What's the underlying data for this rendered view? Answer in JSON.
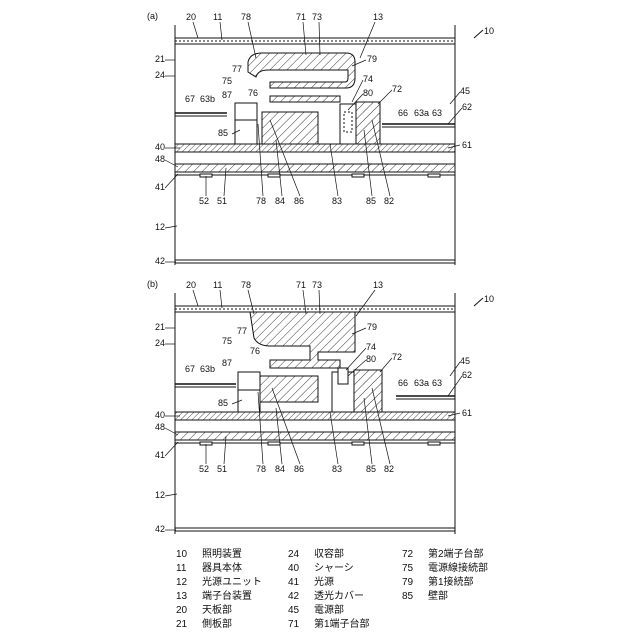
{
  "figure": {
    "panels": [
      {
        "tag": "(a)",
        "ref": "10"
      },
      {
        "tag": "(b)",
        "ref": "10"
      }
    ],
    "labels": {
      "n10": "10",
      "n11": "11",
      "n12": "12",
      "n13": "13",
      "n20": "20",
      "n21": "21",
      "n24": "24",
      "n40": "40",
      "n41": "41",
      "n42": "42",
      "n45": "45",
      "n48": "48",
      "n51": "51",
      "n52": "52",
      "n61": "61",
      "n62": "62",
      "n63": "63",
      "n63a": "63a",
      "n63b": "63b",
      "n66": "66",
      "n67": "67",
      "n71": "71",
      "n72": "72",
      "n73": "73",
      "n74": "74",
      "n75": "75",
      "n76": "76",
      "n77": "77",
      "n78": "78",
      "n79": "79",
      "n80": "80",
      "n82": "82",
      "n83": "83",
      "n84": "84",
      "n85": "85",
      "n86": "86",
      "n87": "87"
    }
  },
  "legend": [
    {
      "num": "10",
      "text": "照明装置"
    },
    {
      "num": "11",
      "text": "器具本体"
    },
    {
      "num": "12",
      "text": "光源ユニット"
    },
    {
      "num": "13",
      "text": "端子台装置"
    },
    {
      "num": "20",
      "text": "天板部"
    },
    {
      "num": "21",
      "text": "側板部"
    },
    {
      "num": "24",
      "text": "収容部"
    },
    {
      "num": "40",
      "text": "シャーシ"
    },
    {
      "num": "41",
      "text": "光源"
    },
    {
      "num": "42",
      "text": "透光カバー"
    },
    {
      "num": "45",
      "text": "電源部"
    },
    {
      "num": "71",
      "text": "第1端子台部"
    },
    {
      "num": "72",
      "text": "第2端子台部"
    },
    {
      "num": "75",
      "text": "電源線接続部"
    },
    {
      "num": "79",
      "text": "第1接続部"
    },
    {
      "num": "85",
      "text": "壁部"
    }
  ]
}
